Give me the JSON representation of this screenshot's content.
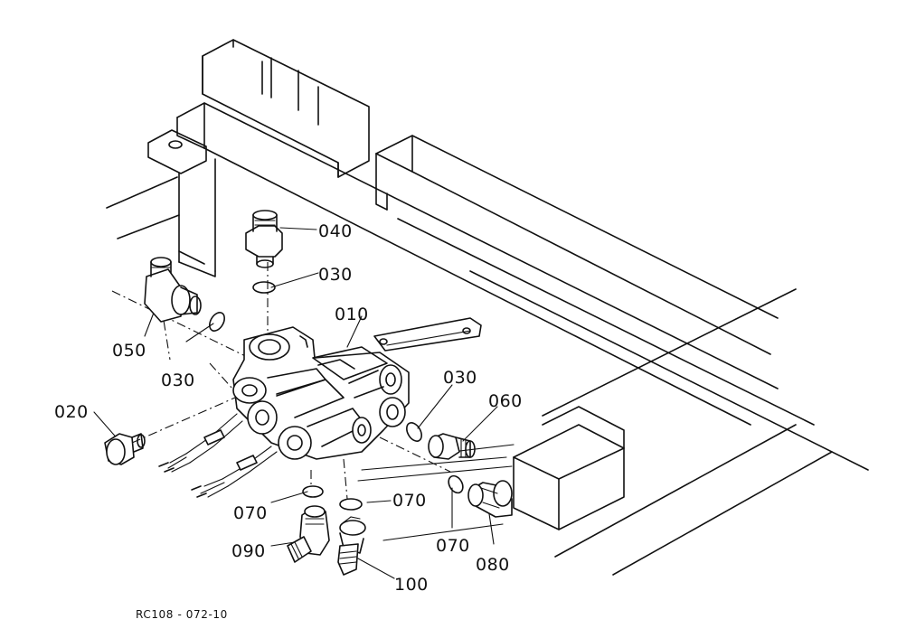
{
  "diagram": {
    "drawing_code": "RC108 - 072-10",
    "callouts": {
      "c010": "010",
      "c020": "020",
      "c030a": "030",
      "c030b": "030",
      "c030c": "030",
      "c040": "040",
      "c050": "050",
      "c060": "060",
      "c070a": "070",
      "c070b": "070",
      "c070c": "070",
      "c080": "080",
      "c090": "090",
      "c100": "100"
    }
  }
}
